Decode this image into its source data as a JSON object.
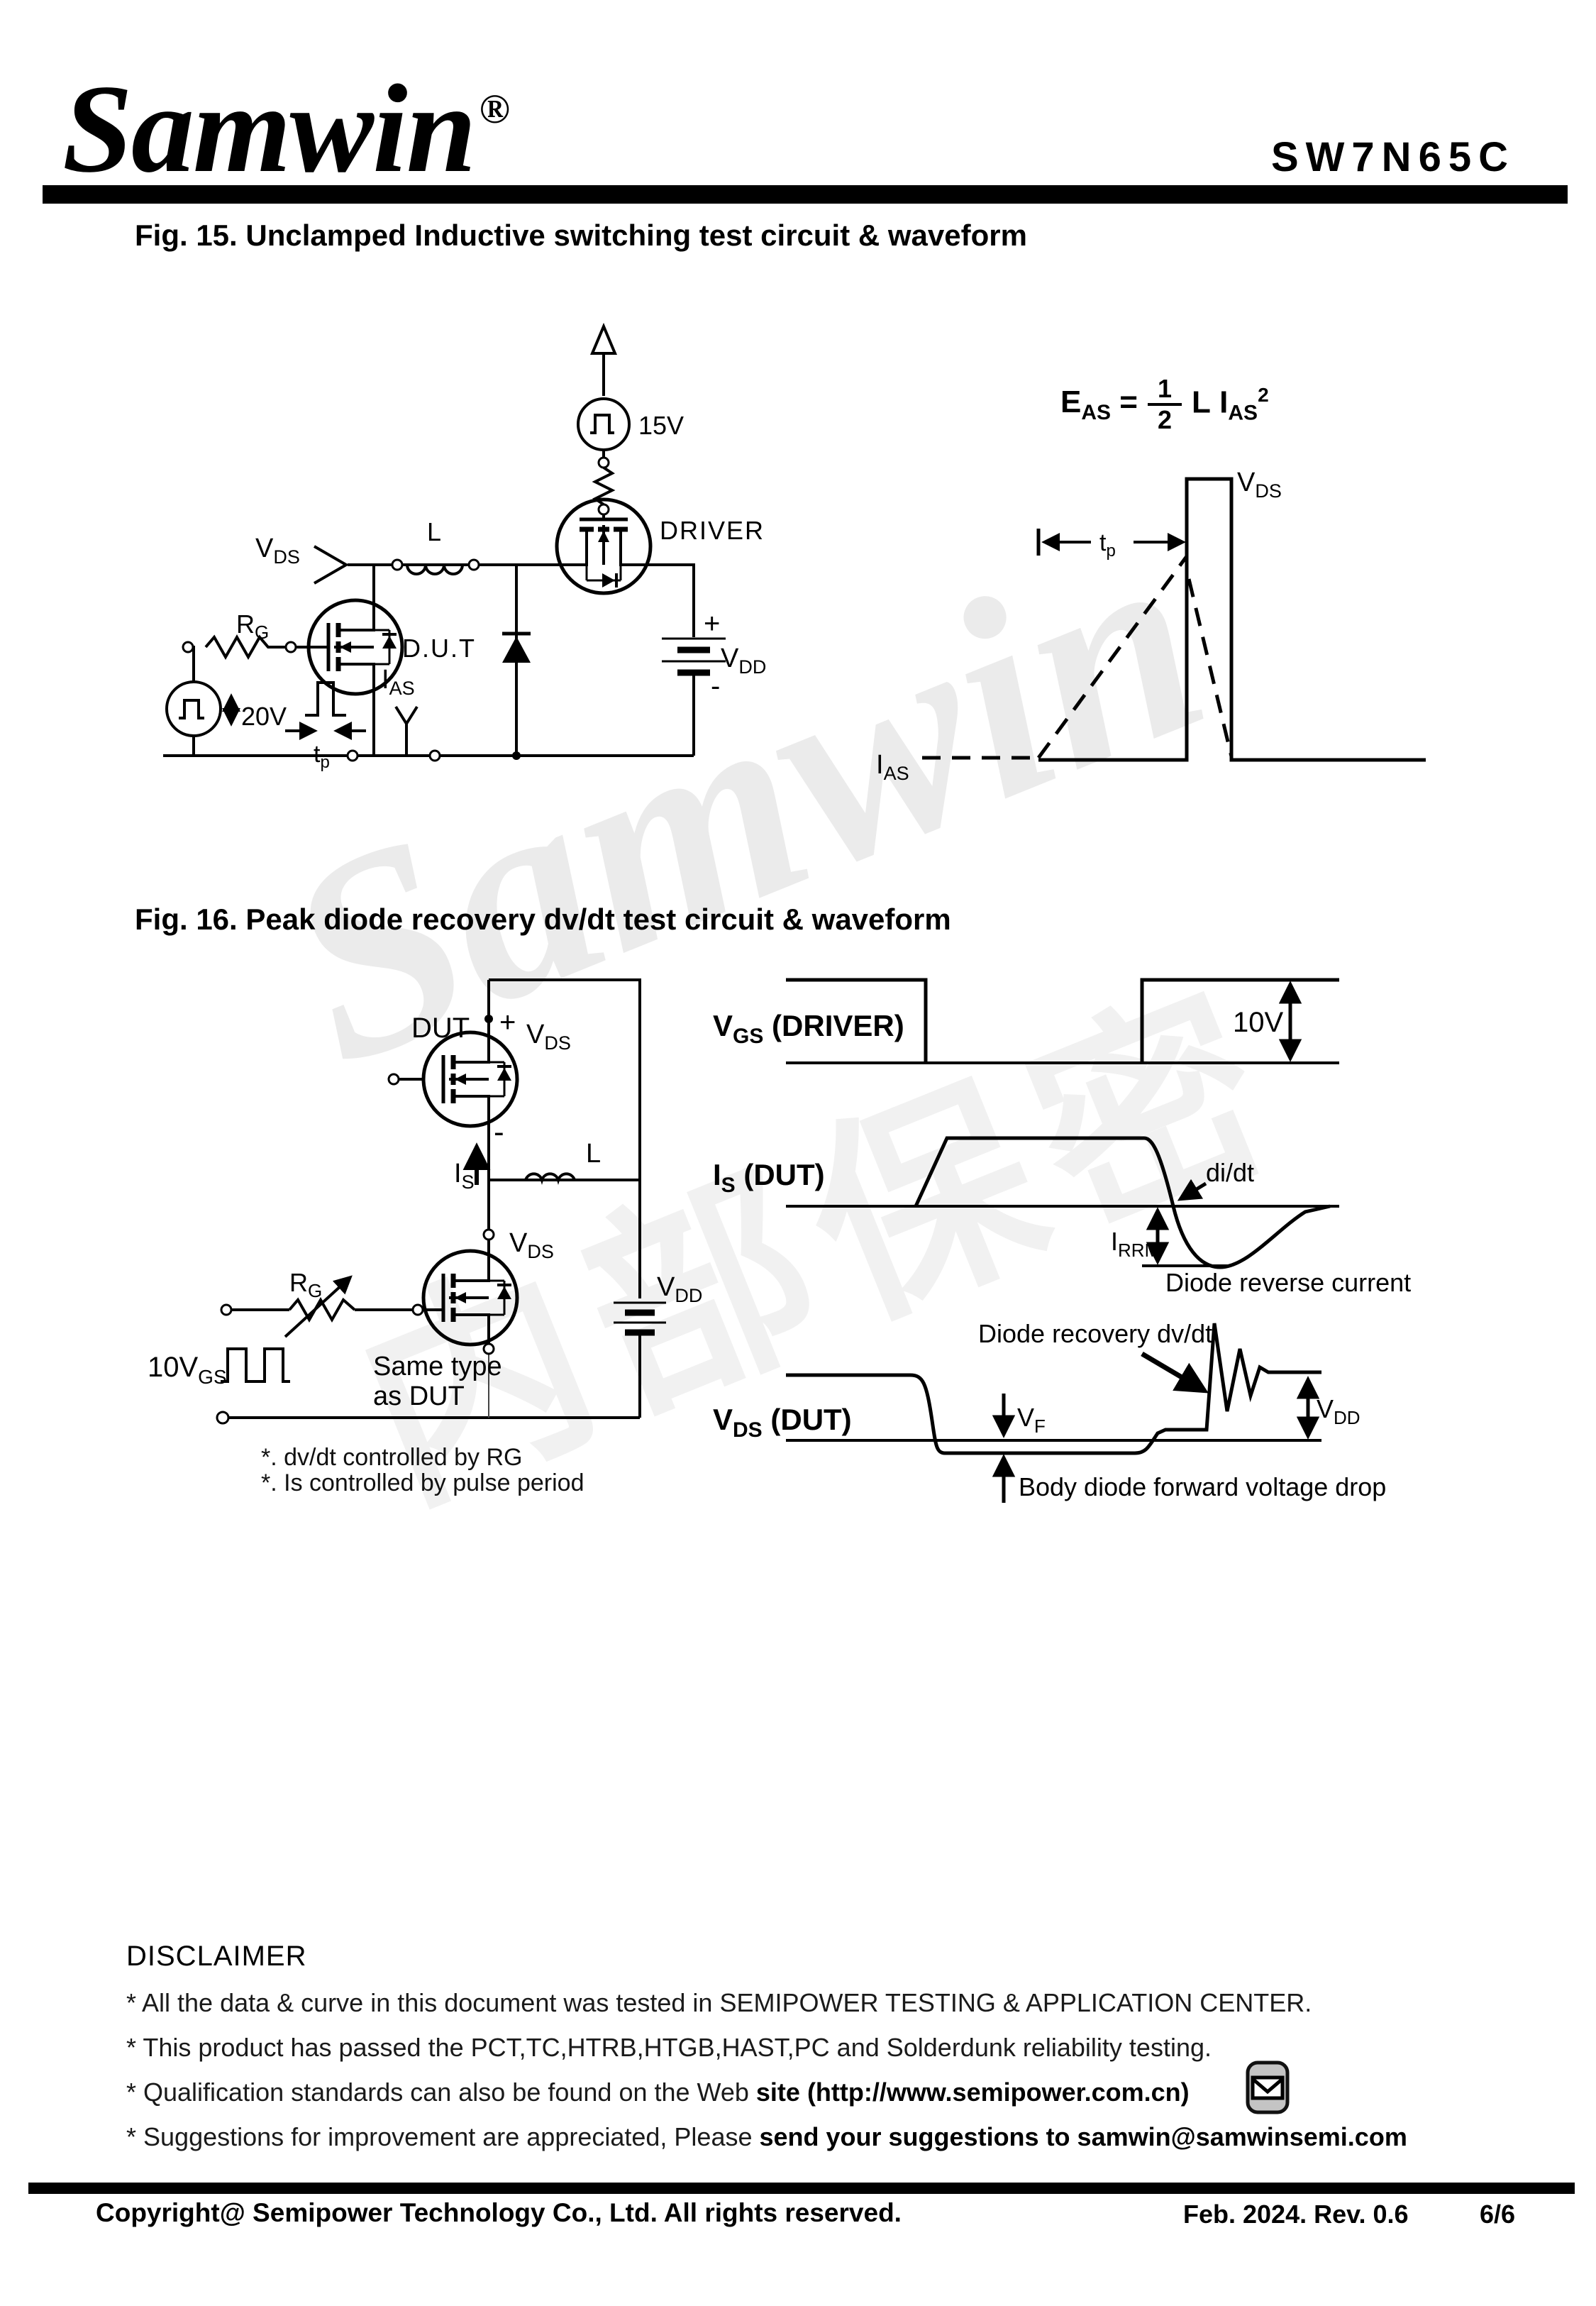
{
  "header": {
    "logo": "Samwin",
    "registered_mark": "®",
    "part_number": "SW7N65C"
  },
  "watermark": {
    "brand": "Samwin",
    "cn": "内部保密"
  },
  "sym": {
    "V": "V",
    "I": "I",
    "E": "E",
    "L": "L",
    "R": "R",
    "t": "t",
    "DS": "DS",
    "DD": "DD",
    "GS": "GS",
    "AS": "AS",
    "S": "S",
    "F": "F",
    "G": "G",
    "p": "p",
    "RRM": "RRM",
    "plus": "+",
    "minus": "-",
    "eq": "=",
    "one": "1",
    "two": "2",
    "sq": "2"
  },
  "fig15": {
    "title": "Fig. 15. Unclamped Inductive switching test circuit & waveform",
    "circuit": {
      "driver": "DRIVER",
      "dut": "D.U.T",
      "v15": "15V",
      "v20": "20V"
    }
  },
  "fig16": {
    "title": "Fig. 16. Peak diode recovery dv/dt test circuit & waveform",
    "circuit": {
      "dut": "DUT",
      "same_type_1": "Same type",
      "same_type_2": "as DUT",
      "v10": "10V"
    },
    "notes": [
      "*. dv/dt controlled by RG",
      "*. Is controlled by pulse period"
    ],
    "waveform": {
      "driver_suffix": " (DRIVER)",
      "dut_suffix": " (DUT)",
      "v10": "10V",
      "didt": "di/dt",
      "diode_reverse": "Diode reverse current",
      "diode_recovery": "Diode recovery dv/dt",
      "body_diode": "Body diode forward voltage drop"
    }
  },
  "disclaimer": {
    "heading": "DISCLAIMER",
    "items": [
      {
        "normal": "* All the data & curve in this document was tested in SEMIPOWER TESTING & APPLICATION CENTER.",
        "bold": ""
      },
      {
        "normal": "* This product has passed the PCT,TC,HTRB,HTGB,HAST,PC and Solderdunk reliability testing.",
        "bold": ""
      },
      {
        "normal": "* Qualification standards can also be found on the Web ",
        "bold": "site (http://www.semipower.com.cn)"
      },
      {
        "normal": "* Suggestions for improvement are appreciated, Please ",
        "bold": "send your suggestions to samwin@samwinsemi.com"
      }
    ]
  },
  "footer": {
    "copyright": "Copyright@ Semipower Technology Co., Ltd. All rights reserved.",
    "revision": "Feb. 2024. Rev. 0.6",
    "page": "6/6"
  }
}
